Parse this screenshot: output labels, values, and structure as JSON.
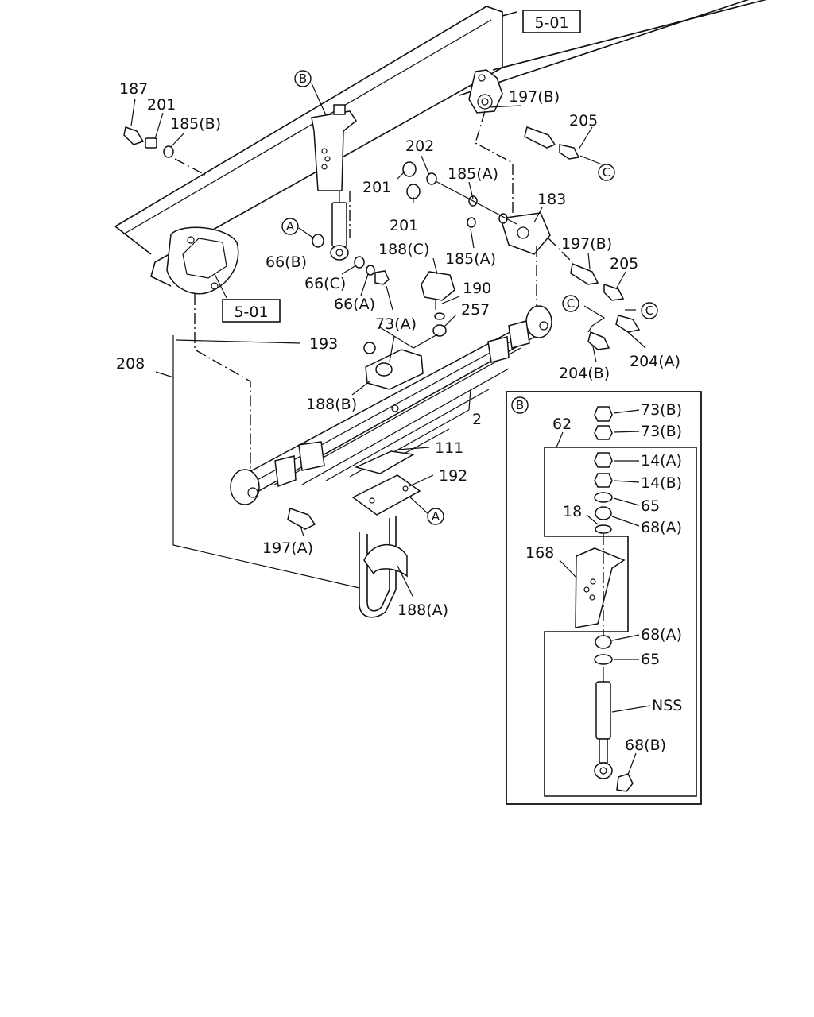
{
  "diagram": {
    "references": {
      "frame_top": "5-01",
      "frame_left": "5-01"
    },
    "callouts": {
      "p187": "187",
      "p201_top": "201",
      "p185b": "185(B)",
      "circle_b_top": "B",
      "p197b_top": "197(B)",
      "p205_top": "205",
      "circle_c_top": "C",
      "p202": "202",
      "p201_mid1": "201",
      "p185a_top": "185(A)",
      "p183": "183",
      "p201_mid2": "201",
      "p188c": "188(C)",
      "p185a_mid": "185(A)",
      "p197b_mid": "197(B)",
      "p205_mid": "205",
      "circle_c_mid": "C",
      "circle_a_left": "A",
      "p66b": "66(B)",
      "p66c": "66(C)",
      "p66a": "66(A)",
      "p190": "190",
      "p257": "257",
      "p73a": "73(A)",
      "circle_c_lower": "C",
      "p204a": "204(A)",
      "p204b": "204(B)",
      "p193": "193",
      "p208": "208",
      "p188b": "188(B)",
      "p2": "2",
      "p111": "111",
      "p192": "192",
      "circle_a_lower": "A",
      "p197a": "197(A)",
      "p188a": "188(A)"
    },
    "detail_b": {
      "circle": "B",
      "p73b_1": "73(B)",
      "p73b_2": "73(B)",
      "p62": "62",
      "p14a": "14(A)",
      "p14b": "14(B)",
      "p65_top": "65",
      "p18": "18",
      "p68a_top": "68(A)",
      "p168": "168",
      "p68a_bottom": "68(A)",
      "p65_bottom": "65",
      "nss": "NSS",
      "p68b": "68(B)"
    }
  }
}
